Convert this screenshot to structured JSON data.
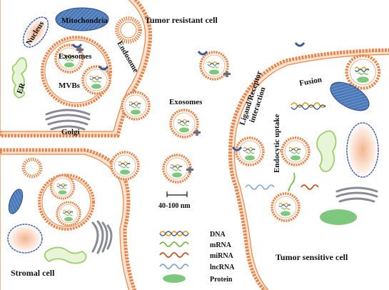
{
  "cells": {
    "resistant": "Tumor resistant cell",
    "sensitive": "Tumor sensitive cell",
    "stromal": "Stromal cell"
  },
  "organelles": {
    "nucleus": "Nucleus",
    "mitochondria": "Mitochondria",
    "endosome": "Endosome",
    "er": "ER",
    "exosomes_inner": "Exosomes",
    "mvbs": "MVBs",
    "golgi": "Golgi"
  },
  "labels": {
    "exosomes": "Exosomes",
    "size_bar": "40-100 nm",
    "ligand_receptor_line1": "Ligand/Receptor",
    "ligand_receptor_line2": "interaction",
    "endocytic": "Endocytic uptake",
    "fusion": "Fusion"
  },
  "legend": [
    {
      "label": "DNA",
      "color": "#e8a020",
      "icon": "dna-double-helix"
    },
    {
      "label": "mRNA",
      "color": "#76b947",
      "icon": "mrna-wave"
    },
    {
      "label": "miRNA",
      "color": "#c8501c",
      "icon": "mirna-wave"
    },
    {
      "label": "lncRNA",
      "color": "#7fa6c9",
      "icon": "lncrna-wave"
    },
    {
      "label": "Protein",
      "color": "#7ec87e",
      "icon": "protein-ellipse"
    }
  ],
  "colors": {
    "membrane": "#e8854a",
    "membrane_fill": "#fbe3d2",
    "vesicle_fill": "#ffffff",
    "receptor": "#3a5a9a",
    "ligand": "#7a7a8a",
    "mitochondria": "#4a78b8",
    "golgi": "#8a8a96",
    "er": "#9ccf6a",
    "nucleus_ring": "#3a62b0",
    "nucleus_fill": "#f4b58e"
  }
}
